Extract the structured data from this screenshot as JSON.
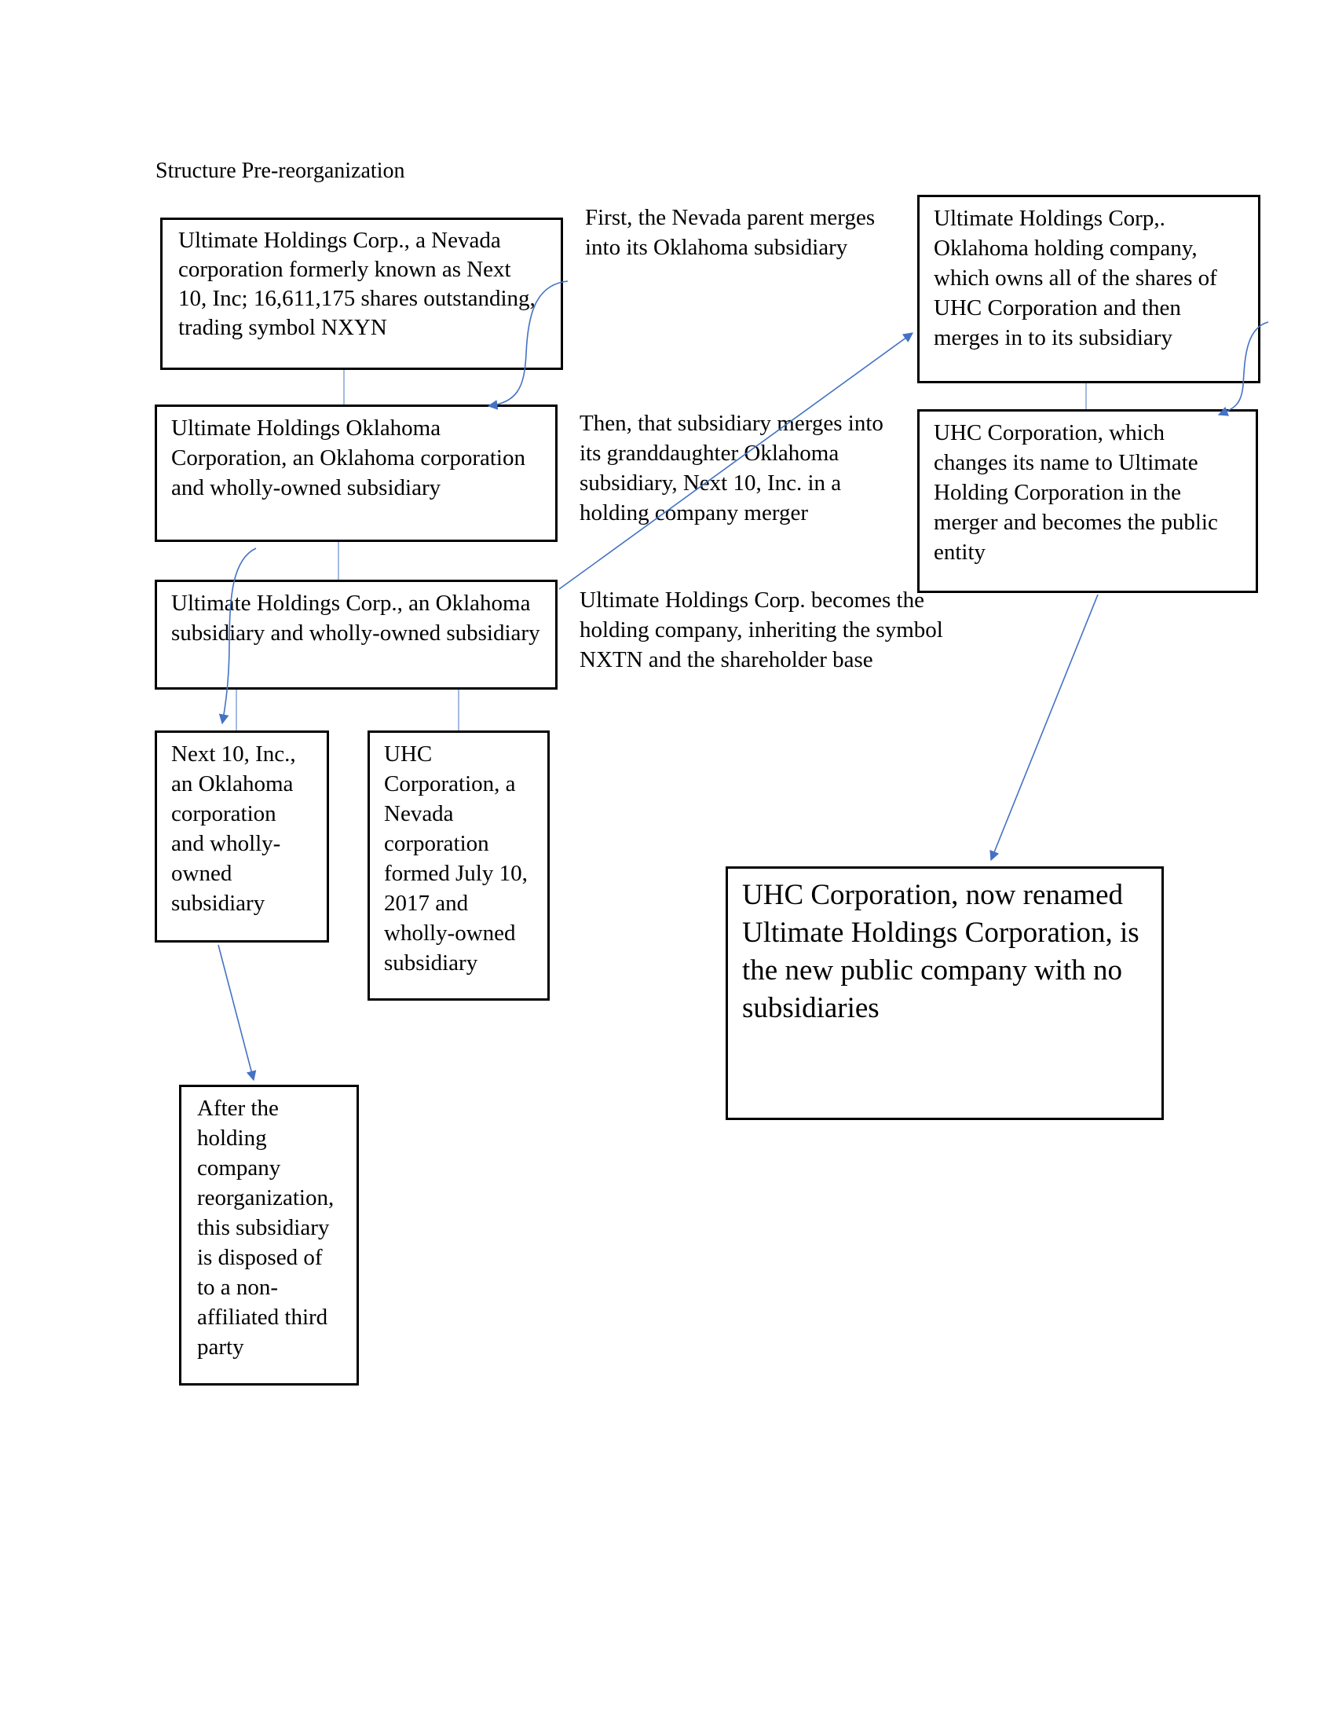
{
  "title": "Structure Pre-reorganization",
  "boxes": {
    "nevada_parent": "Ultimate Holdings Corp., a Nevada corporation formerly known as Next 10, Inc; 16,611,175 shares outstanding, trading symbol NXYN",
    "oklahoma_sub": "Ultimate Holdings Oklahoma Corporation, an Oklahoma corporation and wholly-owned subsidiary",
    "oklahoma_granddaughter": "Ultimate Holdings Corp., an Oklahoma subsidiary and wholly-owned subsidiary",
    "next10": "Next 10, Inc., an Oklahoma corporation and wholly-owned subsidiary",
    "uhc_nevada": "UHC Corporation, a Nevada corporation formed July 10, 2017 and wholly-owned subsidiary",
    "after_reorg": "After the holding company reorganization, this subsidiary is disposed of to a non-affiliated third party",
    "ok_holding_company": "Ultimate Holdings Corp,. Oklahoma holding company, which owns all of the shares of UHC Corporation and then merges in to its subsidiary",
    "uhc_rename": "UHC  Corporation, which changes its name to Ultimate Holding Corporation in the merger and becomes the public entity",
    "final_public": "UHC Corporation, now renamed Ultimate Holdings Corporation, is the new public company with no subsidiaries"
  },
  "notes": {
    "step1": "First, the Nevada parent merges into its Oklahoma subsidiary",
    "step2": "Then, that subsidiary merges into its granddaughter Oklahoma subsidiary,  Next 10, Inc. in a holding company merger",
    "step3": "Ultimate Holdings Corp. becomes the holding company, inheriting the symbol NXTN and the shareholder base"
  },
  "colors": {
    "connector": "#4472C4",
    "tree_line": "#8EA9DB",
    "box_border": "#000000"
  }
}
